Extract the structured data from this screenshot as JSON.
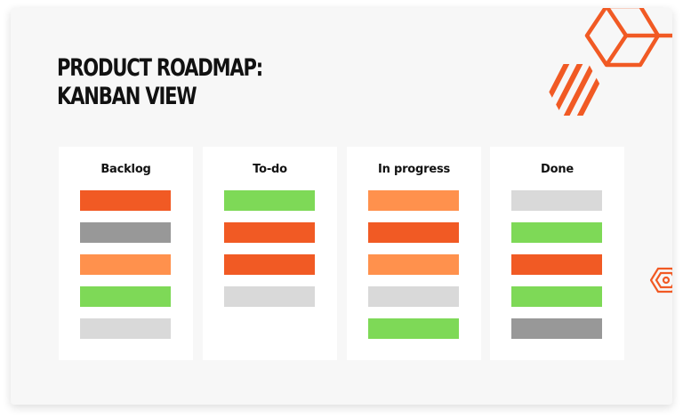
{
  "slide": {
    "title_lines": [
      "PRODUCT ROADMAP:",
      "KANBAN VIEW"
    ]
  },
  "colors": {
    "accent": "#f15a24",
    "dark_orange": "#f15a24",
    "light_orange": "#ff914d",
    "green": "#7ed957",
    "dark_gray": "#989898",
    "light_gray": "#d9d9d9",
    "background": "#f7f7f7",
    "card": "#ffffff"
  },
  "columns": [
    {
      "label": "Backlog",
      "cards": [
        "dark_orange",
        "dark_gray",
        "light_orange",
        "green",
        "light_gray"
      ]
    },
    {
      "label": "To-do",
      "cards": [
        "green",
        "dark_orange",
        "dark_orange",
        "light_gray"
      ]
    },
    {
      "label": "In progress",
      "cards": [
        "light_orange",
        "dark_orange",
        "light_orange",
        "light_gray",
        "green"
      ]
    },
    {
      "label": "Done",
      "cards": [
        "light_gray",
        "green",
        "dark_orange",
        "green",
        "dark_gray"
      ]
    }
  ],
  "decorations": [
    "hexagon-cube-icon",
    "striped-hexagon-icon",
    "nested-hexagon-icon"
  ]
}
